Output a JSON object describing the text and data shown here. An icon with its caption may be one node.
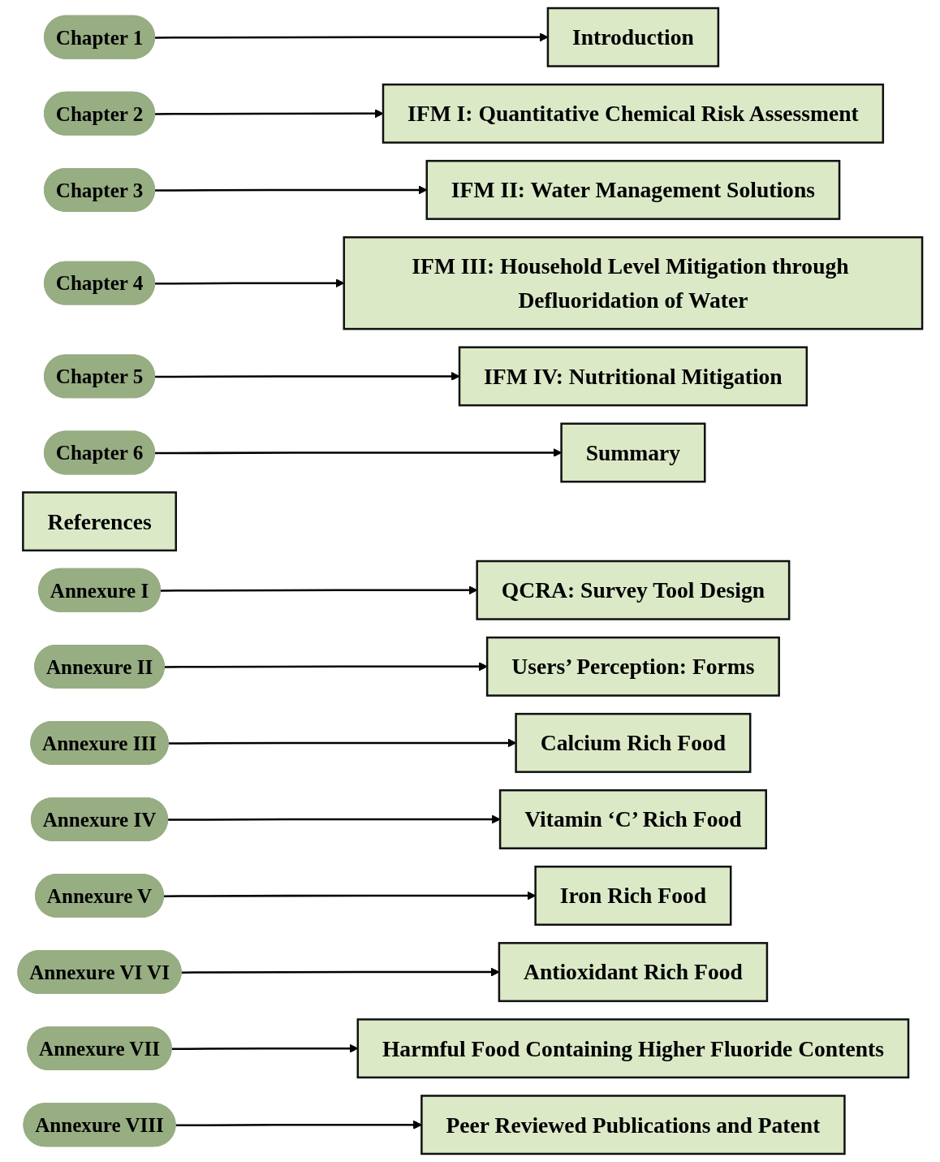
{
  "diagram": {
    "nodes": [
      {
        "text": [
          "Chapter 1"
        ]
      },
      {
        "text": [
          "Introduction"
        ]
      },
      {
        "text": [
          "Chapter 2"
        ]
      },
      {
        "text": [
          "IFM I: Quantitative Chemical Risk Assessment"
        ]
      },
      {
        "text": [
          "Chapter 3"
        ]
      },
      {
        "text": [
          "IFM II: Water Management Solutions"
        ]
      },
      {
        "text": [
          "Chapter 4"
        ]
      },
      {
        "text": [
          "IFM III: Household Level Mitigation through Defluoridation of Water"
        ]
      },
      {
        "text": [
          "Chapter 5"
        ]
      },
      {
        "text": [
          "IFM IV: Nutritional Mitigation"
        ]
      },
      {
        "text": [
          "Chapter 6"
        ]
      },
      {
        "text": [
          "Summary"
        ]
      },
      {
        "text": [
          "References"
        ]
      },
      {
        "text": [
          "Annexure I"
        ]
      },
      {
        "text": [
          "QCRA: Survey Tool Design"
        ]
      },
      {
        "text": [
          "Annexure II"
        ]
      },
      {
        "text": [
          "Users’ Perception: Forms"
        ]
      },
      {
        "text": [
          "Annexure III"
        ]
      },
      {
        "text": [
          "Calcium Rich Food"
        ]
      },
      {
        "text": [
          "Annexure IV"
        ]
      },
      {
        "text": [
          "Vitamin ‘C’ Rich Food"
        ]
      },
      {
        "text": [
          "Annexure V"
        ]
      },
      {
        "text": [
          "Iron Rich Food"
        ]
      },
      {
        "text": [
          "Annexure VI VI"
        ]
      },
      {
        "text": [
          "Antioxidant Rich Food"
        ]
      },
      {
        "text": [
          "Annexure VII"
        ]
      },
      {
        "text": [
          "Harmful Food Containing Higher Fluoride Contents"
        ]
      },
      {
        "text": [
          "Annexure VIII"
        ]
      },
      {
        "text": [
          "Peer Reviewed Publications and Patent"
        ]
      }
    ],
    "edges": [
      {
        "from": 0,
        "to": 1,
        "arrow": "to"
      },
      {
        "from": 2,
        "to": 3,
        "arrow": "to"
      },
      {
        "from": 4,
        "to": 5,
        "arrow": "to"
      },
      {
        "from": 6,
        "to": 7,
        "arrow": "to"
      },
      {
        "from": 8,
        "to": 9,
        "arrow": "to"
      },
      {
        "from": 10,
        "to": 11,
        "arrow": "to"
      },
      {
        "from": 13,
        "to": 14,
        "arrow": "to"
      },
      {
        "from": 15,
        "to": 16,
        "arrow": "to"
      },
      {
        "from": 17,
        "to": 18,
        "arrow": "to"
      },
      {
        "from": 19,
        "to": 20,
        "arrow": "to"
      },
      {
        "from": 21,
        "to": 22,
        "arrow": "to"
      },
      {
        "from": 23,
        "to": 24,
        "arrow": "to"
      },
      {
        "from": 25,
        "to": 26,
        "arrow": "to"
      },
      {
        "from": 27,
        "to": 28,
        "arrow": "to"
      }
    ]
  }
}
